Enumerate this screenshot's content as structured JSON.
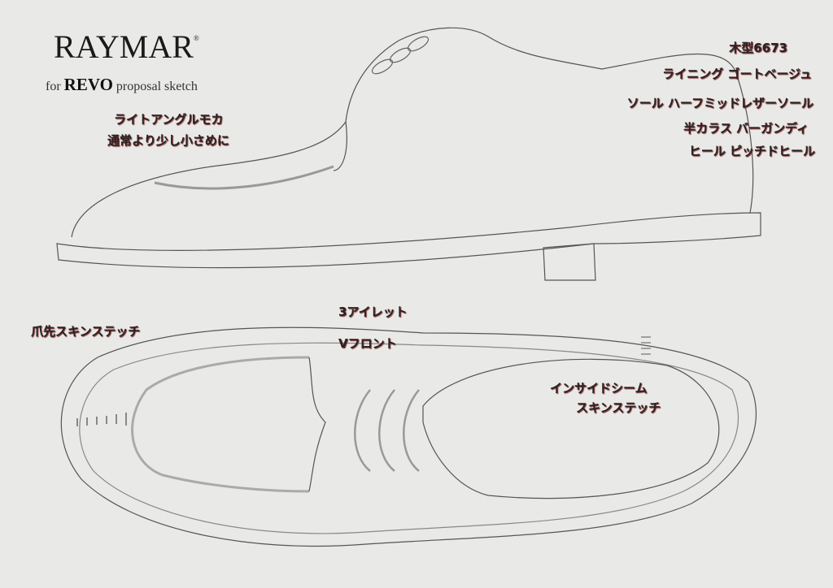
{
  "brand": {
    "name": "RAYMAR",
    "registered": "®",
    "sub_prefix": "for",
    "sub_client": "REVO",
    "sub_suffix": "proposal sketch"
  },
  "side_notes": {
    "toe": [
      "ライトアングルモカ",
      "通常より少し小さめに"
    ],
    "specs": [
      "木型6673",
      "ライニング ゴートベージュ",
      "ソール ハーフミッドレザーソール",
      "半カラス バーガンディ",
      "ヒール ピッチドヒール"
    ]
  },
  "top_notes": {
    "toe_stitch": "爪先スキンステッチ",
    "eyelets": "3アイレット",
    "front": "Vフロント",
    "inside": [
      "インサイドシーム",
      "スキンステッチ"
    ]
  }
}
